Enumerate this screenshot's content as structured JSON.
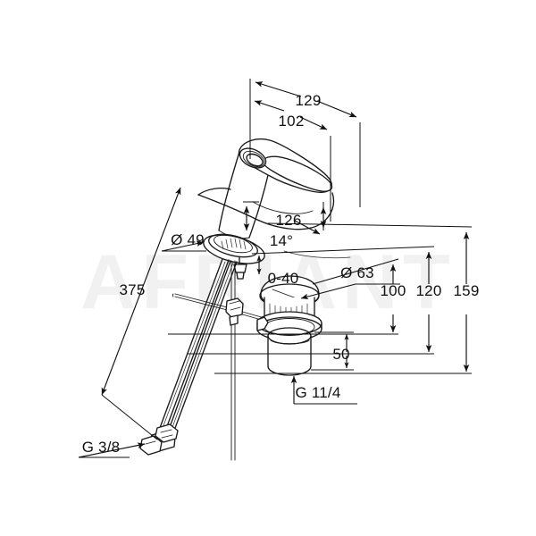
{
  "document": {
    "type": "technical-dimension-drawing",
    "subject": "single-lever washbasin mixer tap with pop-up waste",
    "background_color": "#ffffff",
    "line_color": "#1a1a1a",
    "text_color": "#111111"
  },
  "watermark": {
    "text": "AFRIANT",
    "color": "#f1f1f1"
  },
  "dimensions": {
    "spout_reach_total": "129",
    "spout_reach_inner": "102",
    "handle_height": "126",
    "handle_tilt_angle": "14°",
    "base_diameter": "Ø 49",
    "waste_cap_diameter": "Ø 63",
    "supply_hose_length": "375",
    "counter_thickness_range": "0-40",
    "waste_tailpiece_length": "50",
    "height_to_waste_top": "100",
    "height_to_base": "120",
    "height_total": "159",
    "supply_thread": "G 3/8",
    "waste_thread": "G 11/4"
  },
  "labels": [
    {
      "id": "dim-129",
      "text": "129"
    },
    {
      "id": "dim-102",
      "text": "102"
    },
    {
      "id": "dim-126",
      "text": "126"
    },
    {
      "id": "dim-14deg",
      "text": "14°"
    },
    {
      "id": "dim-d49",
      "text": "Ø 49"
    },
    {
      "id": "dim-d63",
      "text": "Ø 63"
    },
    {
      "id": "dim-375",
      "text": "375"
    },
    {
      "id": "dim-0-40",
      "text": "0-40"
    },
    {
      "id": "dim-50",
      "text": "50"
    },
    {
      "id": "dim-100",
      "text": "100"
    },
    {
      "id": "dim-120",
      "text": "120"
    },
    {
      "id": "dim-159",
      "text": "159"
    },
    {
      "id": "label-g38",
      "text": "G 3/8"
    },
    {
      "id": "label-g114",
      "text": "G 11/4"
    }
  ]
}
